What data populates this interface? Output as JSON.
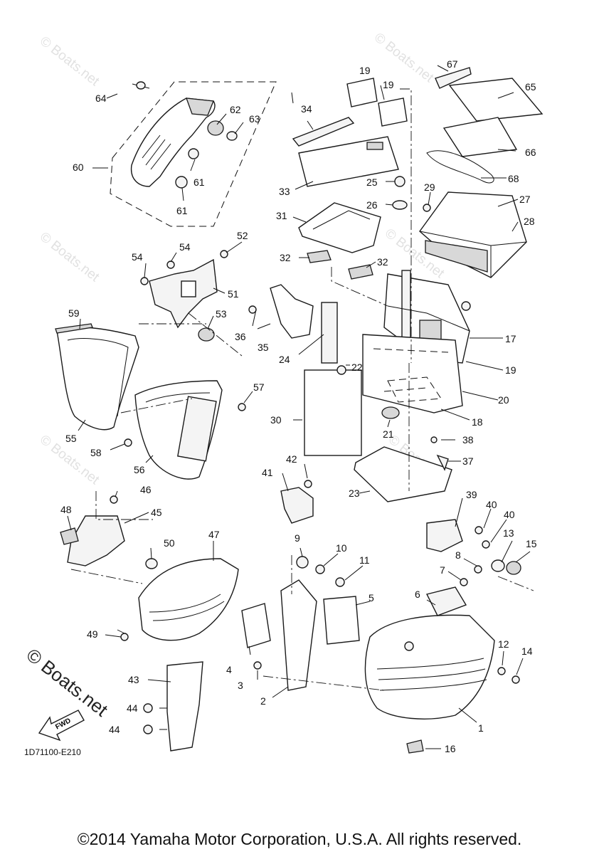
{
  "diagram": {
    "code": "1D71100-E210",
    "copyright": "©2014 Yamaha Motor Corporation, U.S.A. All rights reserved.",
    "brand_watermark": "© Boats.net",
    "faint_watermark": "© Boats.net",
    "fwd_label": "FWD",
    "callouts": [
      "1",
      "2",
      "3",
      "4",
      "5",
      "6",
      "7",
      "8",
      "9",
      "10",
      "11",
      "12",
      "13",
      "14",
      "15",
      "16",
      "17",
      "18",
      "19",
      "19",
      "19",
      "20",
      "21",
      "22",
      "23",
      "24",
      "25",
      "26",
      "27",
      "28",
      "29",
      "30",
      "31",
      "32",
      "32",
      "33",
      "34",
      "35",
      "36",
      "37",
      "38",
      "39",
      "40",
      "40",
      "41",
      "42",
      "43",
      "44",
      "44",
      "45",
      "46",
      "47",
      "48",
      "49",
      "50",
      "51",
      "52",
      "53",
      "54",
      "54",
      "55",
      "56",
      "57",
      "58",
      "59",
      "60",
      "61",
      "61",
      "62",
      "63",
      "64",
      "65",
      "66",
      "67",
      "68"
    ]
  }
}
